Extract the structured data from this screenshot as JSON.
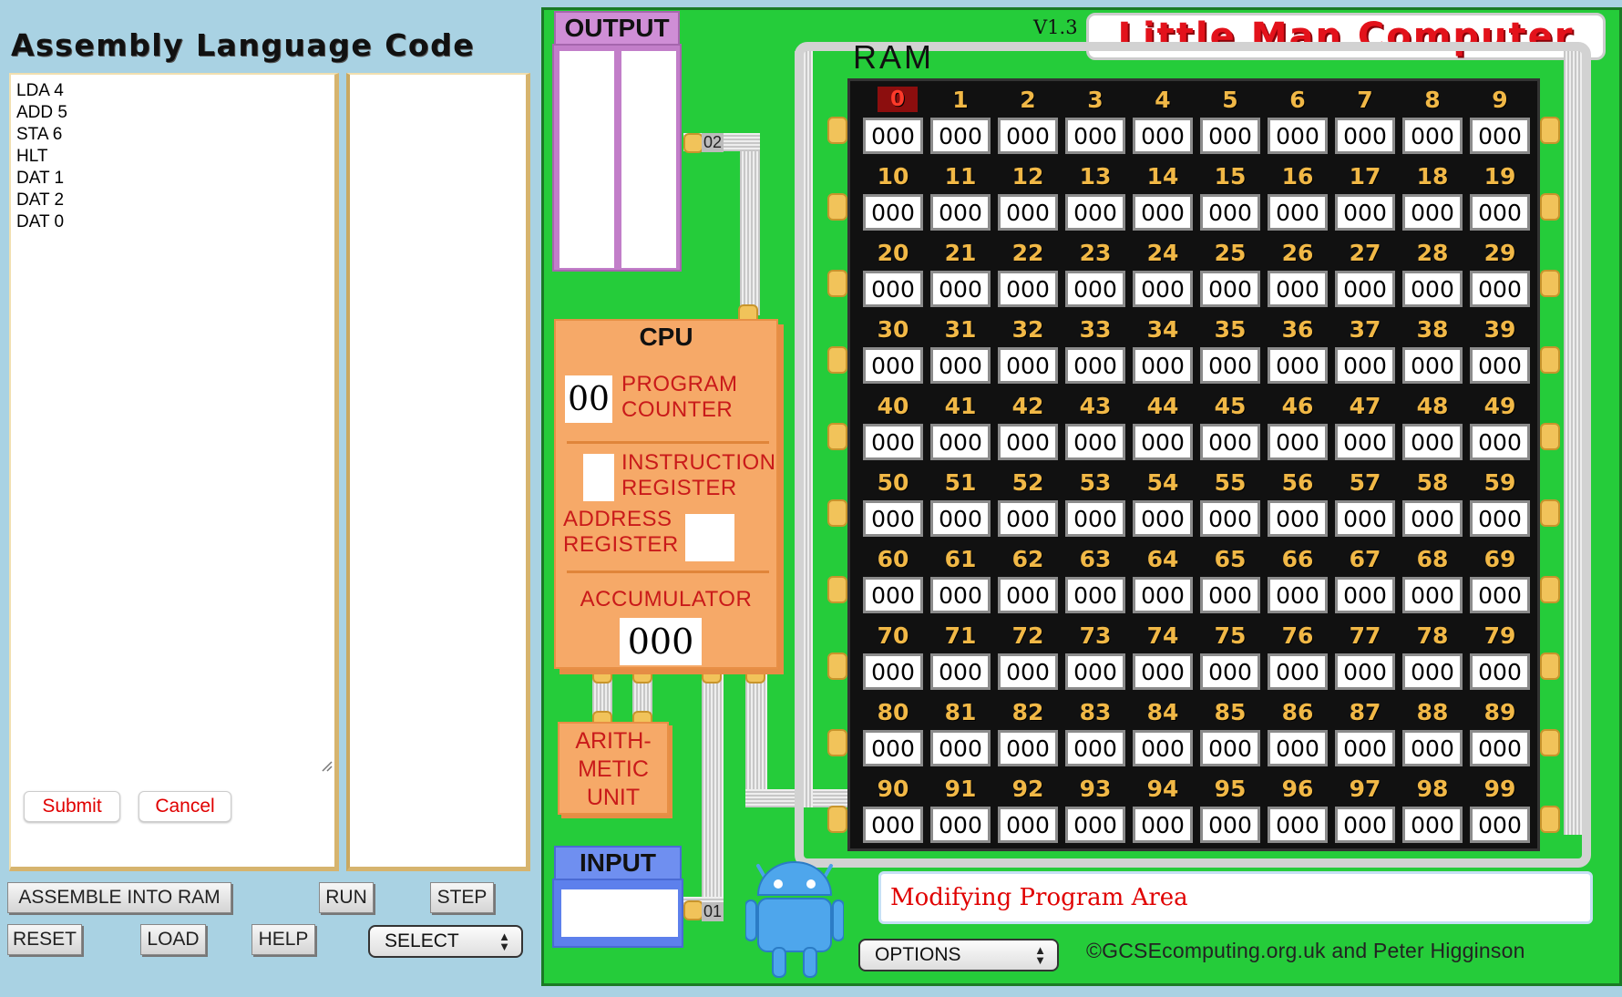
{
  "left_panel": {
    "title": "Assembly Language Code",
    "code_lines": [
      "LDA 4",
      "ADD 5",
      "STA 6",
      "HLT",
      "DAT 1",
      "DAT 2",
      "DAT 0"
    ],
    "submit_label": "Submit",
    "cancel_label": "Cancel"
  },
  "controls": {
    "assemble_label": "ASSEMBLE INTO RAM",
    "run_label": "RUN",
    "step_label": "STEP",
    "reset_label": "RESET",
    "load_label": "LOAD",
    "help_label": "HELP",
    "select_label": "SELECT",
    "options_label": "OPTIONS"
  },
  "header": {
    "version": "V1.3",
    "logo_text": "Little Man Computer",
    "ram_title": "RAM"
  },
  "output": {
    "label": "OUTPUT"
  },
  "input": {
    "label": "INPUT"
  },
  "bus": {
    "output_code": "02",
    "input_code": "01"
  },
  "cpu": {
    "title": "CPU",
    "program_counter_label_1": "PROGRAM",
    "program_counter_label_2": "COUNTER",
    "program_counter_value": "00",
    "instruction_register_label_1": "INSTRUCTION",
    "instruction_register_label_2": "REGISTER",
    "address_register_label_1": "ADDRESS",
    "address_register_label_2": "REGISTER",
    "accumulator_label": "ACCUMULATOR",
    "accumulator_value": "000"
  },
  "alu": {
    "line1": "ARITH-",
    "line2": "METIC",
    "line3": "UNIT"
  },
  "ram": {
    "active_address": 0,
    "cell_value": "000"
  },
  "status": {
    "message": "Modifying Program Area",
    "credit": "©GCSEcomputing.org.uk and Peter Higginson"
  },
  "colors": {
    "board": "#25cc3a",
    "accent_red": "#e00000",
    "cpu_orange": "#f6a968",
    "output_purple": "#cf8ed6",
    "input_blue": "#6f8ff0",
    "ram_address_gold": "#f1b846"
  }
}
